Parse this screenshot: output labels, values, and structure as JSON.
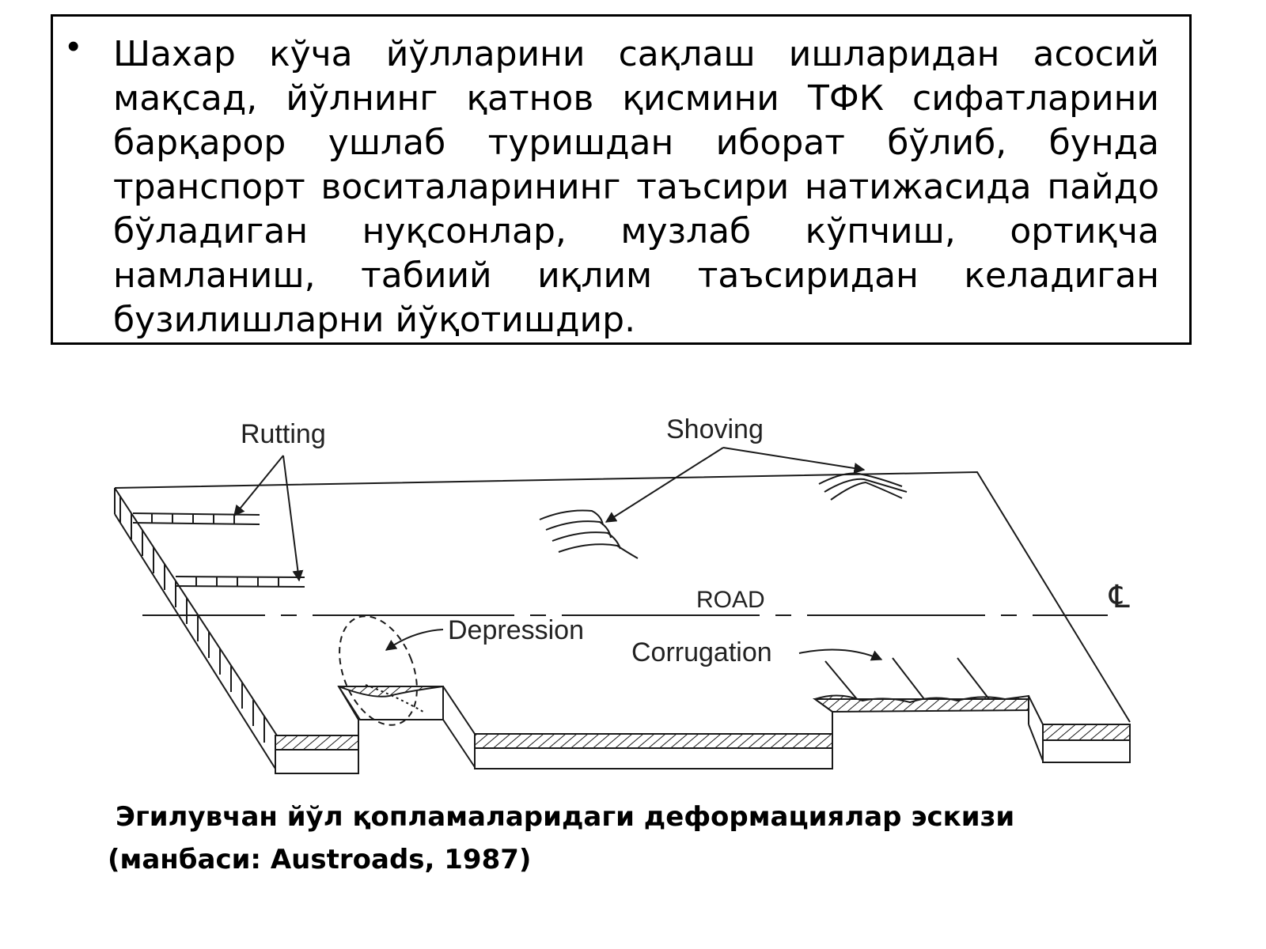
{
  "slide": {
    "bullet_symbol": "•",
    "paragraph": "Шахар кўча йўлларини сақлаш ишларидан асосий мақсад, йўлнинг қатнов қисмини ТФК сифатларини барқарор ушлаб туришдан иборат бўлиб, бунда транспорт воситаларининг таъсири натижасида пайдо бўладиган нуқсонлар, музлаб кўпчиш, ортиқча намланиш, табиий иқлим таъсиридан келадиган бузилишларни йўқотишдир."
  },
  "diagram": {
    "labels": {
      "rutting": "Rutting",
      "shoving": "Shoving",
      "road": "ROAD",
      "centerline": "℄",
      "depression": "Depression",
      "corrugation": "Corrugation"
    },
    "colors": {
      "line": "#1a1a1a",
      "text": "#222222"
    }
  },
  "caption": {
    "line1": "Эгилувчан йўл қопламаларидаги деформациялар эскизи",
    "line2": "(манбаси: Austroads, 1987)"
  }
}
